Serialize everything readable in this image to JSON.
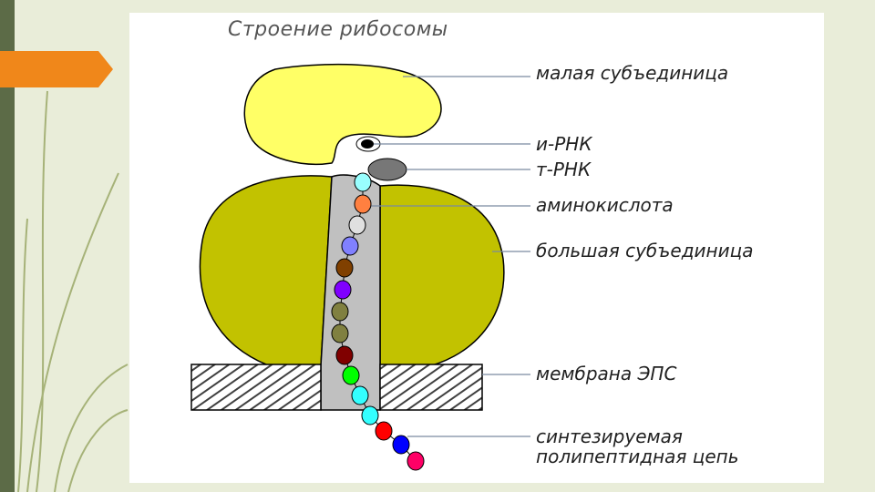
{
  "title": "Строение рибосомы",
  "labels": {
    "small_subunit": "малая субъединица",
    "mrna": "и-РНК",
    "trna": "т-РНК",
    "amino_acid": "аминокислота",
    "large_subunit": "большая субъединица",
    "er_membrane": "мембрана ЭПС",
    "polypeptide_line1": "синтезируемая",
    "polypeptide_line2": "полипептидная цепь"
  },
  "colors": {
    "slide_background": "#e9edd9",
    "left_bar": "#5c6b47",
    "accent_tab": "#f0871a",
    "small_subunit": "#ffff66",
    "large_subunit": "#c2c200",
    "tunnel": "#c0c0c0",
    "membrane_hatch": "#404040"
  },
  "chain_bead_colors": [
    "#99ffff",
    "#ff8040",
    "#e0e0e0",
    "#8080ff",
    "#804000",
    "#8000ff",
    "#808040",
    "#808040",
    "#800000",
    "#00ff00",
    "#33ffff",
    "#33ffff",
    "#ff0000",
    "#0000ff",
    "#ff0066"
  ]
}
